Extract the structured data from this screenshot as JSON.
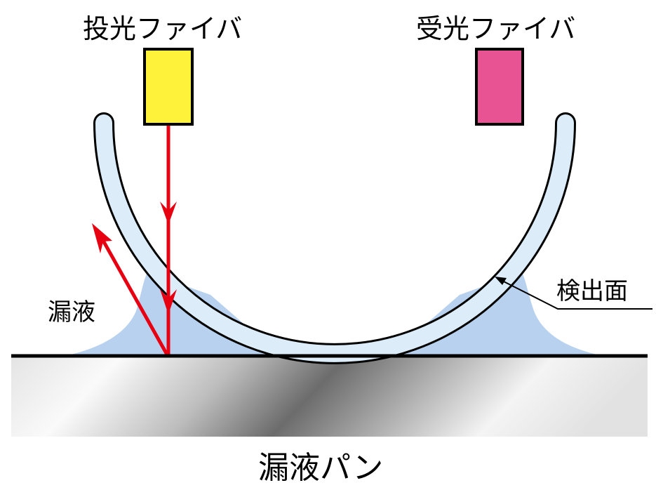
{
  "labels": {
    "emitter_fiber": "投光ファイバ",
    "receiver_fiber": "受光ファイバ",
    "leak_liquid": "漏液",
    "detection_surface": "検出面",
    "leak_pan": "漏液パン"
  },
  "colors": {
    "emitter": "#fff23a",
    "receiver": "#e85394",
    "tube_fill": "#dcedf9",
    "liquid": "#b8d1ee",
    "light_ray": "#e60012",
    "outline": "#000000",
    "pan_light": "#f2f2f2",
    "pan_dark": "#6e6e6e"
  },
  "components": [
    {
      "name": "emitter_fiber",
      "shape": "rectangle"
    },
    {
      "name": "receiver_fiber",
      "shape": "rectangle"
    },
    {
      "name": "u_shaped_sensor_tube",
      "shape": "semicircular tube"
    },
    {
      "name": "leak_liquid",
      "shape": "meniscus pool"
    },
    {
      "name": "incident_light_ray",
      "shape": "arrow down"
    },
    {
      "name": "refracted_light_ray",
      "shape": "arrow up-left"
    },
    {
      "name": "leak_pan",
      "shape": "gradient slab"
    }
  ]
}
